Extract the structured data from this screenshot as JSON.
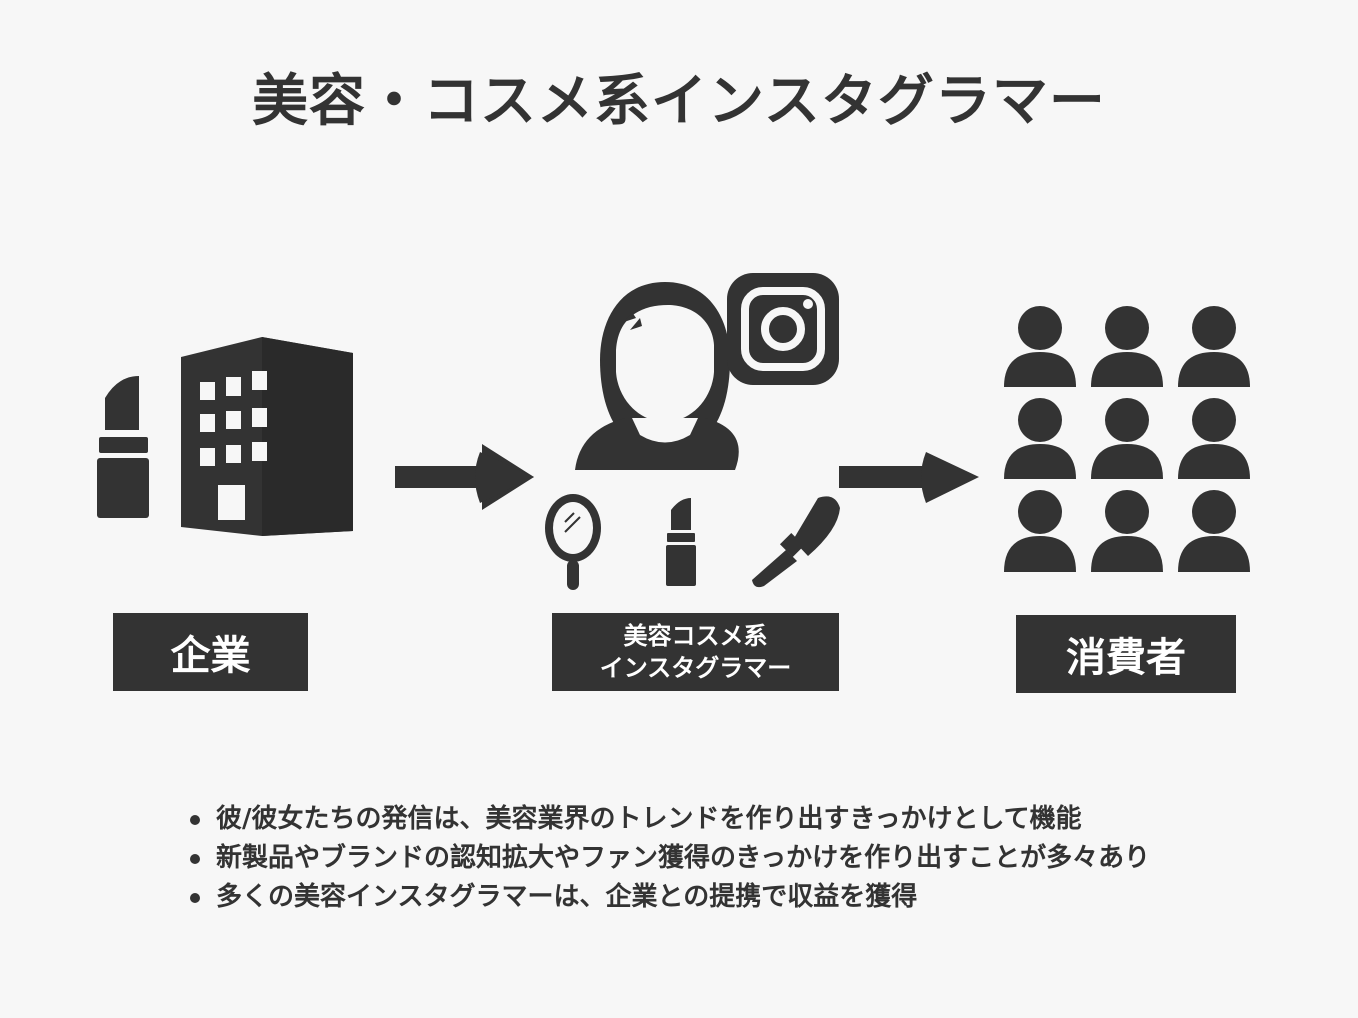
{
  "title": "美容・コスメ系インスタグラマー",
  "nodes": {
    "company": {
      "label": "企業"
    },
    "influencer": {
      "label_line1": "美容コスメ系",
      "label_line2": "インスタグラマー"
    },
    "consumer": {
      "label": "消費者"
    }
  },
  "icons": {
    "company": [
      "lipstick-icon",
      "office-building-icon"
    ],
    "influencer": [
      "woman-silhouette-icon",
      "instagram-icon",
      "hand-mirror-icon",
      "lipstick-icon",
      "makeup-brush-icon"
    ],
    "consumer": [
      "people-crowd-icon"
    ]
  },
  "bullets": [
    "彼/彼女たちの発信は、美容業界のトレンドを作り出すきっかけとして機能",
    "新製品やブランドの認知拡大やファン獲得のきっかけを作り出すことが多々あり",
    "多くの美容インスタグラマーは、企業との提携で収益を獲得"
  ],
  "colors": {
    "background": "#f7f7f7",
    "icon": "#333333",
    "label_text": "#ffffff"
  }
}
